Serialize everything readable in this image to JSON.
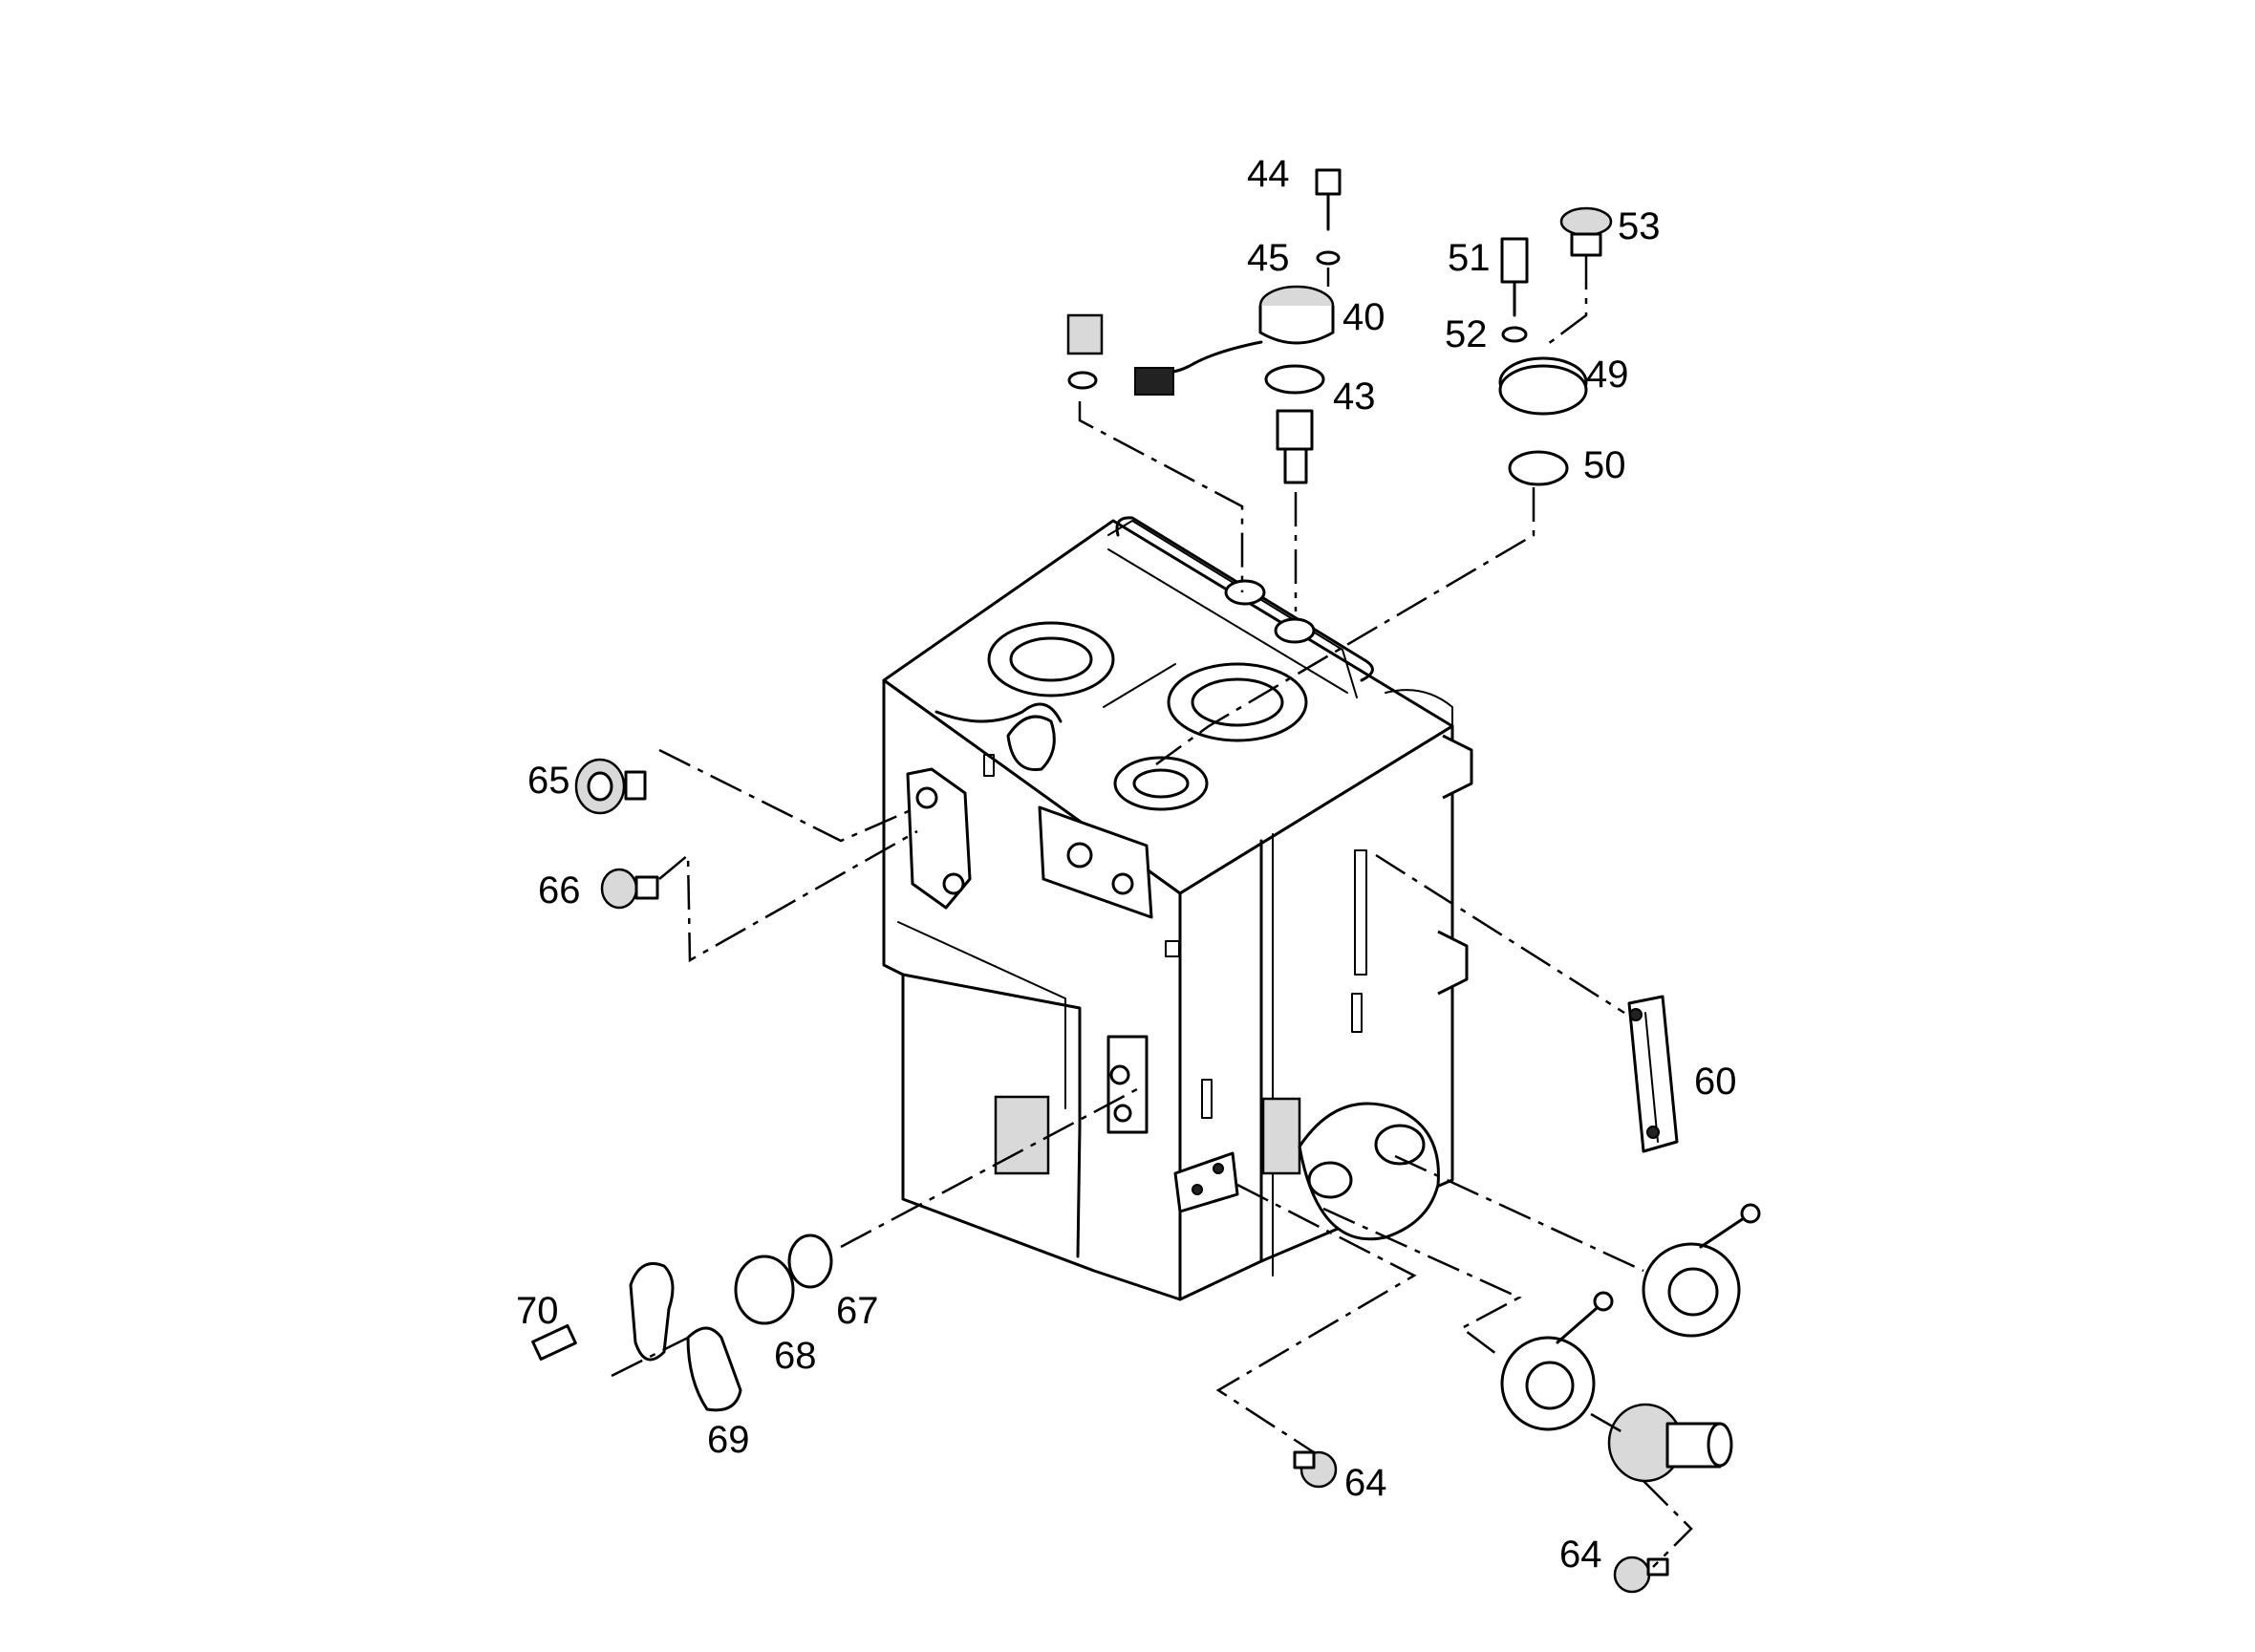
{
  "diagram": {
    "part_labels": {
      "p40": "40",
      "p43": "43",
      "p44": "44",
      "p45": "45",
      "p49": "49",
      "p50": "50",
      "p51": "51",
      "p52": "52",
      "p53": "53",
      "p60": "60",
      "p64a": "64",
      "p64b": "64",
      "p65": "65",
      "p66": "66",
      "p67": "67",
      "p68": "68",
      "p69": "69",
      "p70": "70"
    }
  }
}
